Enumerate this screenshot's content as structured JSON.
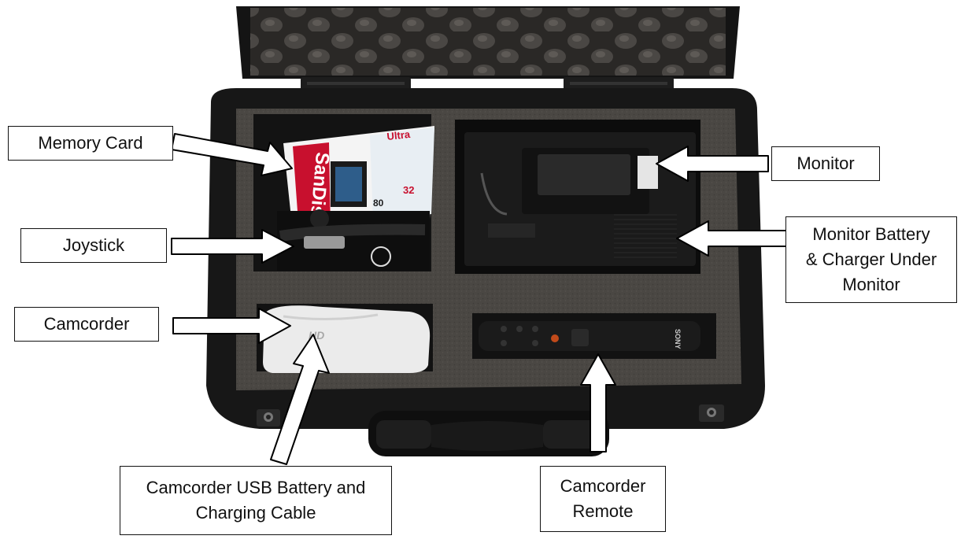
{
  "labels": {
    "memory_card": "Memory Card",
    "joystick": "Joystick",
    "camcorder": "Camcorder",
    "monitor": "Monitor",
    "monitor_battery": {
      "line1": "Monitor Battery",
      "line2": "& Charger Under",
      "line3": "Monitor"
    },
    "usb_battery": {
      "line1": "Camcorder USB Battery and",
      "line2": "Charging Cable"
    },
    "remote": {
      "line1": "Camcorder",
      "line2": "Remote"
    }
  },
  "product_text": {
    "sandisk_brand": "SanDisk",
    "sandisk_ultra": "Ultra",
    "capacity": "32",
    "speed": "80",
    "hd_mark": "HD",
    "sony_brand": "SONY"
  },
  "colors": {
    "foam": "#4a4743",
    "case_shell": "#151515",
    "arrow_fill": "#ffffff",
    "arrow_stroke": "#000000",
    "sandisk_red": "#c8102e"
  }
}
